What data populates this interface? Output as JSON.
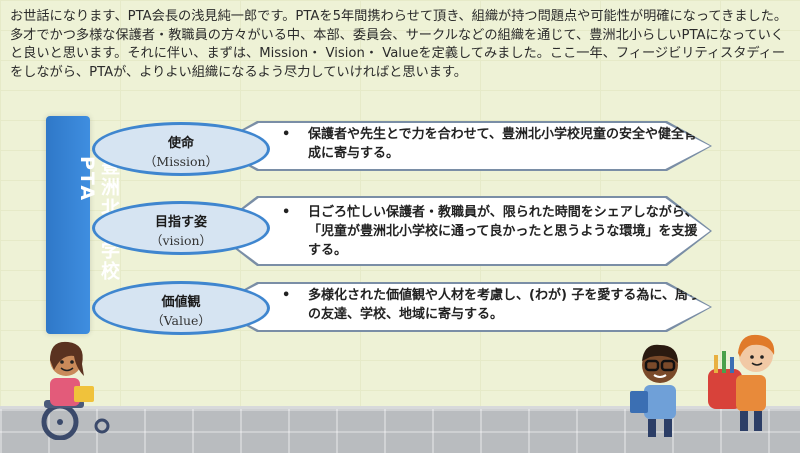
{
  "intro": {
    "text": "お世話になります、PTA会長の浅見純一郎です。PTAを5年間携わらせて頂き、組織が持つ問題点や可能性が明確になってきました。多才でかつ多様な保護者・教職員の方々がいる中、本部、委員会、サークルなどの組織を通じて、豊洲北小らしいPTAになっていくと良いと思います。それに伴い、まずは、Mission・ Vision・ Valueを定義してみました。ここ一年、フィージビリティスタディーをしながら、PTAが、よりよい組織になるよう尽力していければと思います。"
  },
  "org": {
    "title": "豊洲北小学校 PTA"
  },
  "rows": [
    {
      "label_jp": "使命",
      "label_en": "（Mission）",
      "bullet": "•",
      "text": "保護者や先生とで力を合わせて、豊洲北小学校児童の安全や健全育成に寄与する。"
    },
    {
      "label_jp": "目指す姿",
      "label_en": "（vision）",
      "bullet": "•",
      "text": "日ごろ忙しい保護者・教職員が、限られた時間をシェアしながら、「児童が豊洲北小学校に通って良かったと思うような環境」を支援する。"
    },
    {
      "label_jp": "価値観",
      "label_en": "（Value）",
      "bullet": "•",
      "text": "多様化された価値観や人材を考慮し、(わが) 子を愛する為に、周りの友達、学校、地域に寄与する。"
    }
  ],
  "colors": {
    "accent_blue": "#3f86cf",
    "ellipse_fill": "#d6e4f2",
    "background": "#eef2d6"
  }
}
